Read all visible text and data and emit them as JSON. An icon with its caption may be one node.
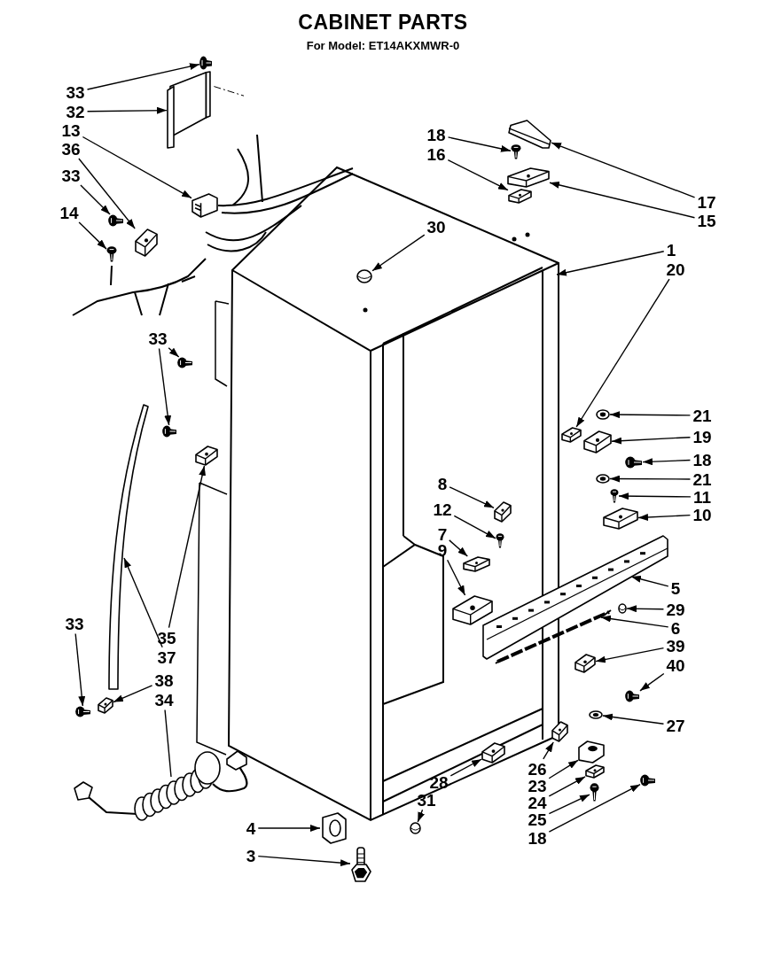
{
  "diagram": {
    "title": "CABINET PARTS",
    "nodes": [
      {
        "text": [
          "33"
        ]
      },
      {
        "text": [],
        "shape": "screw"
      },
      {
        "text": [
          "32"
        ]
      },
      {
        "text": [],
        "shape": "picture"
      },
      {
        "text": [
          "13"
        ]
      },
      {
        "text": [],
        "shape": "picture"
      },
      {
        "text": [
          "36"
        ]
      },
      {
        "text": [],
        "shape": "picture"
      },
      {
        "text": [
          "33"
        ]
      },
      {
        "text": [],
        "shape": "screw"
      },
      {
        "text": [
          "14"
        ]
      },
      {
        "text": [],
        "shape": "screw"
      },
      {
        "text": [
          "30"
        ],
        "in": 23
      },
      {
        "text": [],
        "shape": "picture",
        "in": 23
      },
      {
        "text": [
          "18"
        ]
      },
      {
        "text": [],
        "shape": "screw"
      },
      {
        "text": [
          "16"
        ]
      },
      {
        "text": [],
        "shape": "picture",
        "in": 23
      },
      {
        "text": [
          "17"
        ]
      },
      {
        "text": [],
        "shape": "picture"
      },
      {
        "text": [
          "15"
        ]
      },
      {
        "text": [],
        "shape": "picture",
        "in": 23
      },
      {
        "text": [
          "1"
        ]
      },
      {
        "text": [],
        "shape": "picture"
      },
      {
        "text": [
          "20"
        ]
      },
      {
        "text": [],
        "shape": "picture"
      },
      {
        "text": [
          "33"
        ]
      },
      {
        "text": [],
        "shape": "screw"
      },
      {
        "text": [],
        "shape": "screw"
      },
      {
        "text": [
          "21"
        ]
      },
      {
        "text": [],
        "shape": "picture"
      },
      {
        "text": [
          "19"
        ]
      },
      {
        "text": [],
        "shape": "picture"
      },
      {
        "text": [
          "18"
        ]
      },
      {
        "text": [],
        "shape": "screw"
      },
      {
        "text": [
          "21"
        ]
      },
      {
        "text": [],
        "shape": "picture"
      },
      {
        "text": [
          "11"
        ]
      },
      {
        "text": [],
        "shape": "screw"
      },
      {
        "text": [
          "10"
        ]
      },
      {
        "text": [],
        "shape": "picture"
      },
      {
        "text": [
          "8"
        ],
        "in": 23
      },
      {
        "text": [],
        "shape": "picture",
        "in": 23
      },
      {
        "text": [
          "12"
        ],
        "in": 23
      },
      {
        "text": [],
        "shape": "screw",
        "in": 23
      },
      {
        "text": [
          "7"
        ],
        "in": 23
      },
      {
        "text": [],
        "shape": "picture",
        "in": 23
      },
      {
        "text": [
          "9"
        ],
        "in": 23
      },
      {
        "text": [],
        "shape": "picture",
        "in": 23
      },
      {
        "text": [
          "5"
        ]
      },
      {
        "text": [],
        "shape": "picture"
      },
      {
        "text": [
          "29"
        ]
      },
      {
        "text": [],
        "shape": "picture"
      },
      {
        "text": [
          "6"
        ]
      },
      {
        "text": [],
        "shape": "picture"
      },
      {
        "text": [
          "39"
        ]
      },
      {
        "text": [],
        "shape": "picture"
      },
      {
        "text": [
          "40"
        ]
      },
      {
        "text": [],
        "shape": "screw"
      },
      {
        "text": [
          "35"
        ]
      },
      {
        "text": [],
        "shape": "picture"
      },
      {
        "text": [
          "37"
        ]
      },
      {
        "text": [],
        "shape": "picture"
      },
      {
        "text": [
          "33"
        ]
      },
      {
        "text": [],
        "shape": "screw"
      },
      {
        "text": [
          "38"
        ]
      },
      {
        "text": [],
        "shape": "picture"
      },
      {
        "text": [
          "34"
        ]
      },
      {
        "text": [],
        "shape": "picture"
      },
      {
        "text": [
          "27"
        ]
      },
      {
        "text": [],
        "shape": "picture"
      },
      {
        "text": [
          "26"
        ],
        "in": 23
      },
      {
        "text": [],
        "shape": "picture"
      },
      {
        "text": [
          "23"
        ],
        "in": 23
      },
      {
        "text": [],
        "shape": "picture"
      },
      {
        "text": [
          "24"
        ],
        "in": 23
      },
      {
        "text": [],
        "shape": "picture"
      },
      {
        "text": [
          "25"
        ]
      },
      {
        "text": [],
        "shape": "screw"
      },
      {
        "text": [
          "18"
        ]
      },
      {
        "text": [],
        "shape": "screw"
      },
      {
        "text": [
          "28"
        ],
        "in": 23
      },
      {
        "text": [],
        "shape": "picture",
        "in": 23
      },
      {
        "text": [
          "31"
        ],
        "in": 23
      },
      {
        "text": [],
        "shape": "picture"
      },
      {
        "text": [
          "4"
        ]
      },
      {
        "text": [],
        "shape": "picture"
      },
      {
        "text": [
          "3"
        ]
      },
      {
        "text": [],
        "shape": "picture"
      }
    ],
    "edges": [
      {
        "from": 0,
        "to": 1,
        "arrow": "to"
      },
      {
        "from": 2,
        "to": 3,
        "arrow": "to"
      },
      {
        "from": 4,
        "to": 5,
        "arrow": "to"
      },
      {
        "from": 6,
        "to": 7,
        "arrow": "to"
      },
      {
        "from": 8,
        "to": 9,
        "arrow": "to"
      },
      {
        "from": 10,
        "to": 11,
        "arrow": "to"
      },
      {
        "from": 12,
        "to": 13,
        "arrow": "to"
      },
      {
        "from": 14,
        "to": 15,
        "arrow": "to"
      },
      {
        "from": 16,
        "to": 17,
        "arrow": "to"
      },
      {
        "from": 18,
        "to": 19,
        "arrow": "to"
      },
      {
        "from": 20,
        "to": 21,
        "arrow": "to"
      },
      {
        "from": 22,
        "to": 23,
        "arrow": "to"
      },
      {
        "from": 24,
        "to": 25,
        "arrow": "to"
      },
      {
        "from": 26,
        "to": 27,
        "arrow": "to"
      },
      {
        "from": 26,
        "to": 28,
        "arrow": "to"
      },
      {
        "from": 29,
        "to": 30,
        "arrow": "to"
      },
      {
        "from": 31,
        "to": 32,
        "arrow": "to"
      },
      {
        "from": 33,
        "to": 34,
        "arrow": "to"
      },
      {
        "from": 35,
        "to": 36,
        "arrow": "to"
      },
      {
        "from": 37,
        "to": 38,
        "arrow": "to"
      },
      {
        "from": 39,
        "to": 40,
        "arrow": "to"
      },
      {
        "from": 41,
        "to": 42,
        "arrow": "to"
      },
      {
        "from": 43,
        "to": 44,
        "arrow": "to"
      },
      {
        "from": 45,
        "to": 46,
        "arrow": "to"
      },
      {
        "from": 47,
        "to": 48,
        "arrow": "to"
      },
      {
        "from": 49,
        "to": 50,
        "arrow": "to"
      },
      {
        "from": 51,
        "to": 52,
        "arrow": "to"
      },
      {
        "from": 53,
        "to": 54,
        "arrow": "to"
      },
      {
        "from": 55,
        "to": 56,
        "arrow": "to"
      },
      {
        "from": 57,
        "to": 58,
        "arrow": "to"
      },
      {
        "from": 59,
        "to": 60,
        "arrow": "to"
      },
      {
        "from": 61,
        "to": 62,
        "arrow": "to"
      },
      {
        "from": 63,
        "to": 64,
        "arrow": "to"
      },
      {
        "from": 65,
        "to": 66,
        "arrow": "to"
      },
      {
        "from": 67,
        "to": 68,
        "arrow": "none"
      },
      {
        "from": 69,
        "to": 70,
        "arrow": "to"
      },
      {
        "from": 71,
        "to": 72,
        "arrow": "to"
      },
      {
        "from": 73,
        "to": 74,
        "arrow": "to"
      },
      {
        "from": 75,
        "to": 76,
        "arrow": "to"
      },
      {
        "from": 77,
        "to": 78,
        "arrow": "to"
      },
      {
        "from": 79,
        "to": 80,
        "arrow": "to"
      },
      {
        "from": 81,
        "to": 82,
        "arrow": "to"
      },
      {
        "from": 83,
        "to": 84,
        "arrow": "to"
      },
      {
        "from": 85,
        "to": 86,
        "arrow": "to"
      },
      {
        "from": 87,
        "to": 88,
        "arrow": "to"
      }
    ],
    "labels": [
      "For Model: ET14AKXMWR-0"
    ]
  }
}
